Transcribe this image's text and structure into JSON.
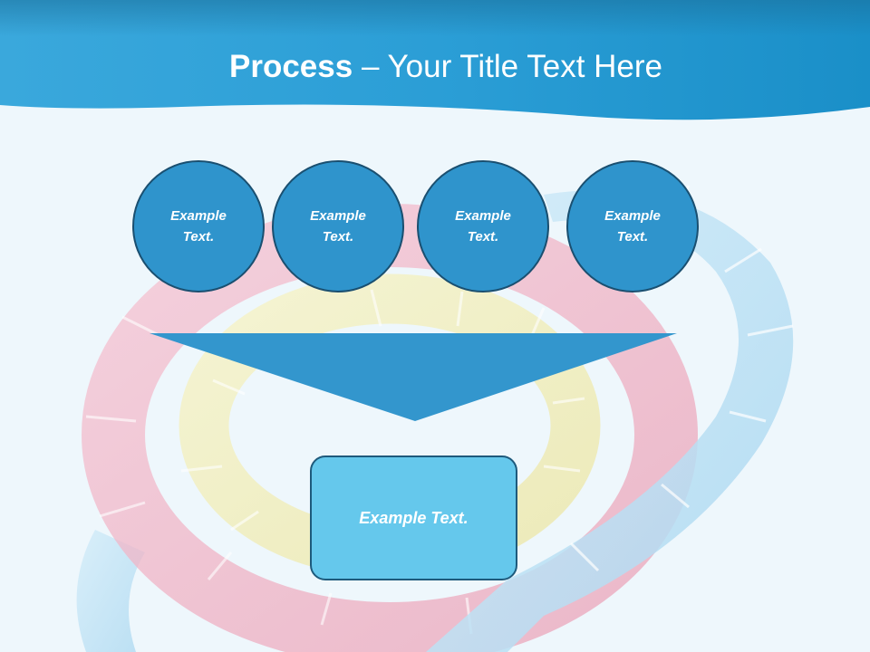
{
  "slide": {
    "title_bold": "Process",
    "title_rest": " – Your Title Text Here",
    "circles": [
      {
        "label": "Example Text."
      },
      {
        "label": "Example Text."
      },
      {
        "label": "Example Text."
      },
      {
        "label": "Example Text."
      }
    ],
    "result_box": {
      "label": "Example Text."
    }
  },
  "colors": {
    "header_light": "#3aa8dc",
    "header_dark": "#1a83b9",
    "circle_fill": "#2f94cc",
    "circle_border": "#1a4f70",
    "arrow_fill": "#3396cd",
    "box_fill": "#65c8ec",
    "ring_red": "#f3b3c6",
    "ring_yellow": "#f2efbc",
    "ring_blue": "#bfe2f6"
  }
}
